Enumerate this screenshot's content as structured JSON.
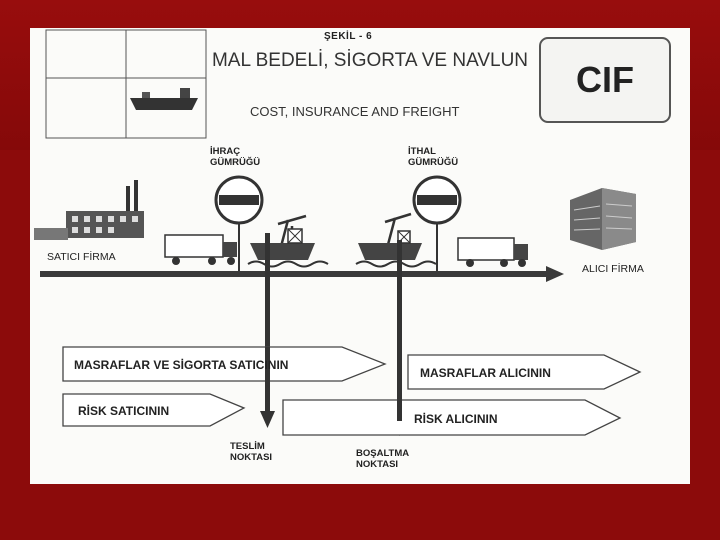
{
  "header": {
    "figure_number": "ŞEKİL - 6",
    "title": "MAL BEDELİ, SİGORTA VE NAVLUN",
    "subtitle": "COST, INSURANCE AND FREIGHT",
    "term_badge": "CIF"
  },
  "diagram": {
    "seller": "SATICI FİRMA",
    "buyer": "ALICI FİRMA",
    "export_customs": [
      "İHRAÇ",
      "GÜMRÜĞÜ"
    ],
    "import_customs": [
      "İTHAL",
      "GÜMRÜĞÜ"
    ],
    "costs_seller": "MASRAFLAR VE SİGORTA SATICININ",
    "costs_buyer": "MASRAFLAR ALICININ",
    "risk_seller": "RİSK SATICININ",
    "risk_buyer": "RİSK ALICININ",
    "delivery_point": [
      "TESLİM",
      "NOKTASI"
    ],
    "unloading_point": [
      "BOŞALTMA",
      "NOKTASI"
    ]
  },
  "icons": [
    "factory-icon",
    "truck-icon",
    "no-entry-icon",
    "ship-icon",
    "crane-icon",
    "building-icon"
  ],
  "colors": {
    "slide_background": "#8c0b0b",
    "paper": "#fbfbf9",
    "ink": "#333333"
  }
}
